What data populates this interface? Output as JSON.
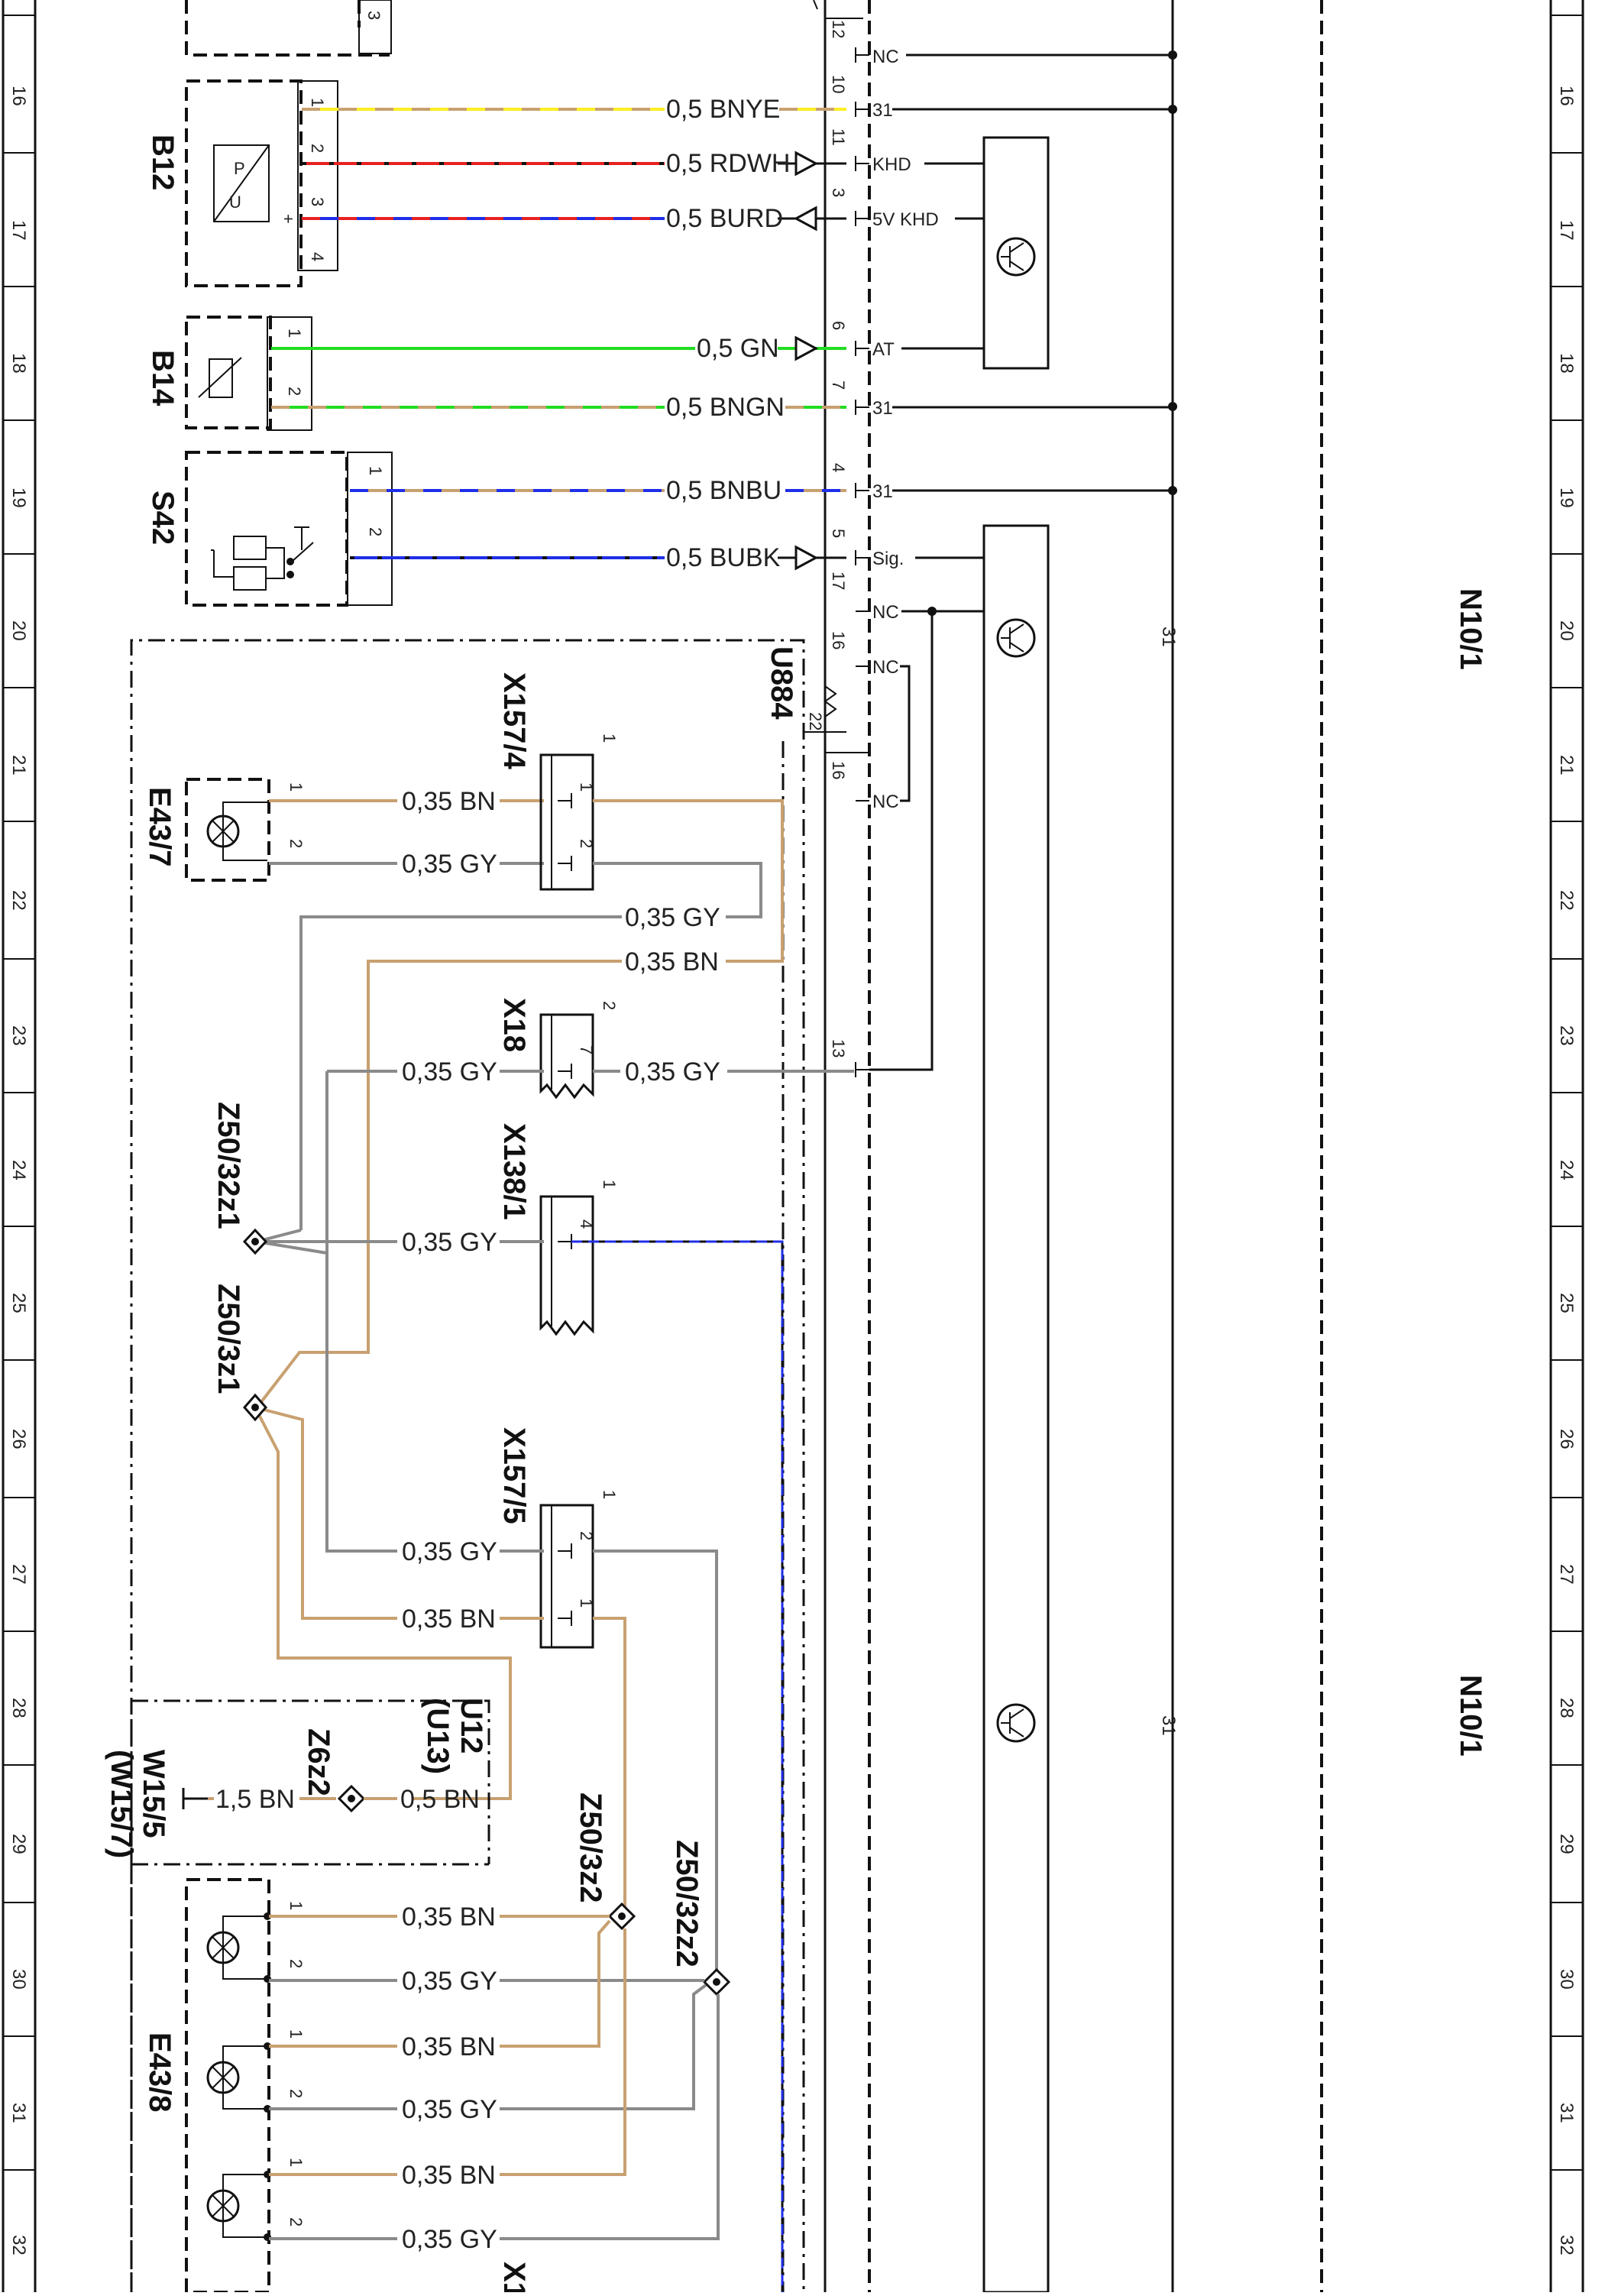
{
  "grid_numbers": [
    "16",
    "17",
    "18",
    "19",
    "20",
    "21",
    "22",
    "23",
    "24",
    "25",
    "26",
    "27",
    "28",
    "29",
    "30",
    "31",
    "32"
  ],
  "components": {
    "b12": "B12",
    "b14": "B14",
    "s42": "S42",
    "u884": "U884",
    "x157_4": "X157/4",
    "e43_7": "E43/7",
    "x18": "X18",
    "x138_1": "X138/1",
    "z50_32z1": "Z50/32z1",
    "z50_3z1": "Z50/3z1",
    "x157_5": "X157/5",
    "u12": "U12",
    "u13": "(U13)",
    "z6z2": "Z6z2",
    "w15_5": "W15/5",
    "w15_7": "(W15/7)",
    "z50_3z2": "Z50/3z2",
    "z50_32z2": "Z50/32z2",
    "e43_8": "E43/8",
    "n10_1_a": "N10/1",
    "n10_1_b": "N10/1",
    "x1_cut": "X1"
  },
  "wires": {
    "b12_1": "0,5  BNYE",
    "b12_2": "0,5  RDWH",
    "b12_3": "0,5  BURD",
    "b14_1": "0,5  GN",
    "b14_2": "0,5  BNGN",
    "s42_1": "0,5  BNBU",
    "s42_2": "0,5  BUBK",
    "e437_1": "0,35  BN",
    "e437_2": "0,35  GY",
    "r22_gy": "0,35  GY",
    "r22_bn": "0,35  BN",
    "x18_l": "0,35  GY",
    "x18_r": "0,35  GY",
    "x138": "0,35  GY",
    "x1575_2": "0,35  GY",
    "x1575_1": "0,35  BN",
    "z6z2_l": "1,5  BN",
    "z6z2_r": "0,5  BN",
    "e438_a1": "0,35  BN",
    "e438_a2": "0,35  GY",
    "e438_b1": "0,35  BN",
    "e438_b2": "0,35  GY",
    "e438_c1": "0,35  BN",
    "e438_c2": "0,35  GY"
  },
  "terminals": {
    "nc1": "NC",
    "t31a": "31",
    "khd": "KHD",
    "v5khd": "5V KHD",
    "at": "AT",
    "t31b": "31",
    "t31c": "31",
    "sig": "Sig.",
    "nc2": "NC",
    "nc3": "NC",
    "nc4": "NC",
    "bus31a": "31",
    "bus31b": "31"
  },
  "pins": {
    "n12": "12",
    "n10": "10",
    "n11": "11",
    "n3": "3",
    "n6": "6",
    "n7": "7",
    "n4": "4",
    "n5": "5",
    "n17": "17",
    "n16a": "16",
    "n22": "22",
    "n16b": "16",
    "n13": "13",
    "b12p1": "1",
    "b12p2": "2",
    "b12p3": "3",
    "b12p4": "4",
    "b14p1": "1",
    "b14p2": "2",
    "s42p1": "1",
    "s42p2": "2",
    "e437p1": "1",
    "e437p2": "2",
    "x1574p1": "1",
    "x1574p2": "2",
    "x1574h": "1",
    "x18p7": "7",
    "x18h": "2",
    "x138p4": "4",
    "x138h": "1",
    "x1575p2": "2",
    "x1575p1": "1",
    "x1575h": "1",
    "e438p1a": "1",
    "e438p2a": "2",
    "e438p1b": "1",
    "e438p2b": "2",
    "e438p1c": "1",
    "e438p2c": "2",
    "top3": "3",
    "b12sign": "+"
  },
  "colors": {
    "brown": "#c8a070",
    "gray": "#8a8a8a",
    "yellow": "#ffee22",
    "red": "#e82020",
    "blue": "#1f2ee8",
    "green": "#22dd22",
    "black": "#111111"
  }
}
